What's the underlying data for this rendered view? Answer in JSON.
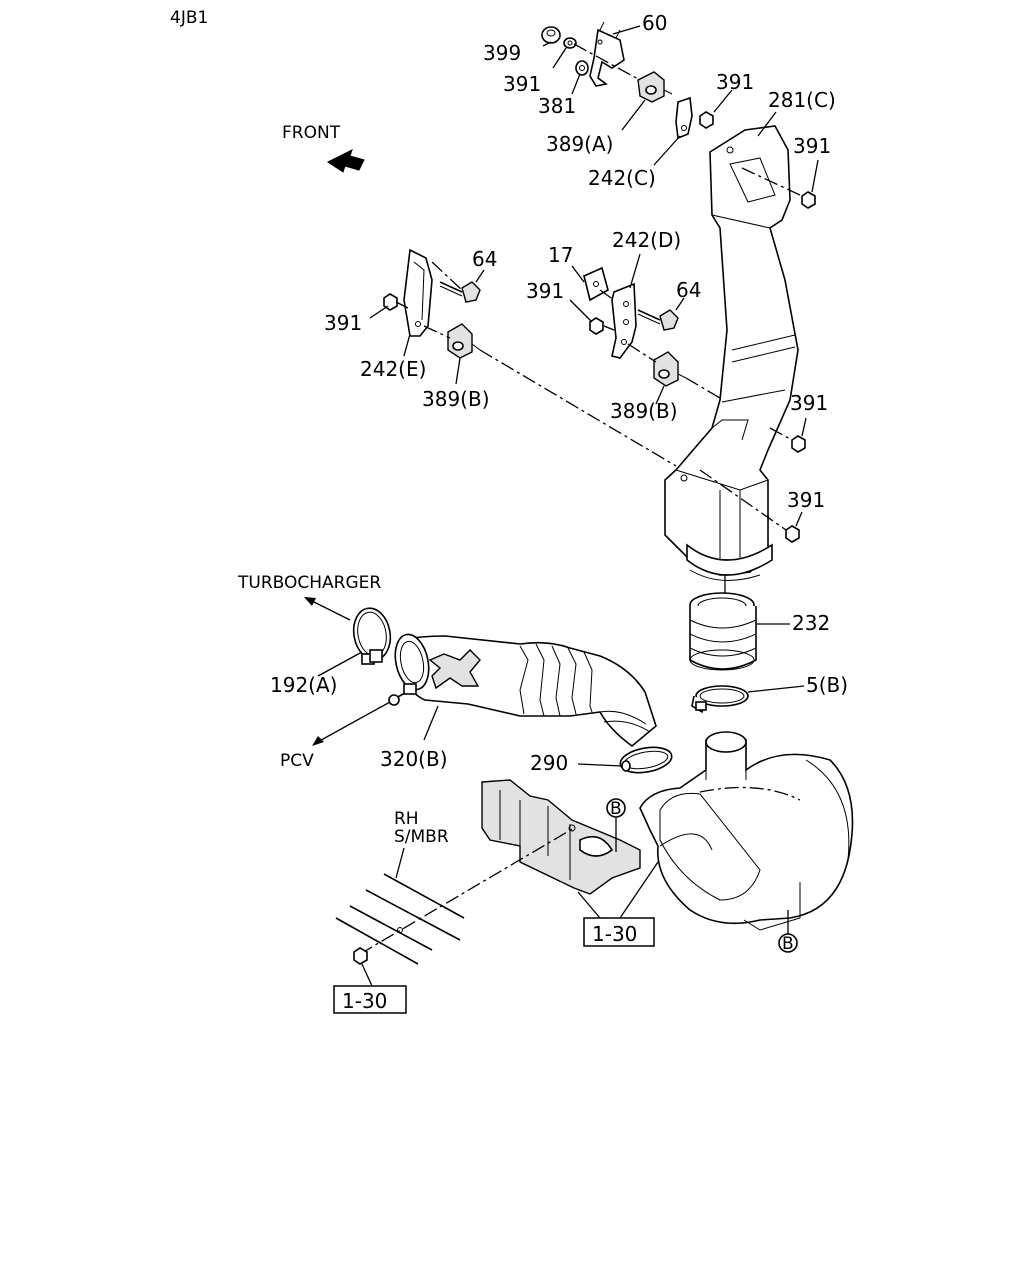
{
  "header": {
    "model_code": "4JB1"
  },
  "direction": {
    "front_label": "FRONT"
  },
  "destinations": {
    "turbocharger": "TURBOCHARGER",
    "pcv": "PCV",
    "frame_line1": "RH",
    "frame_line2": "S/MBR"
  },
  "callouts": {
    "c60": "60",
    "c399": "399",
    "c391_top_left": "391",
    "c381": "381",
    "c389a": "389(A)",
    "c391_top_mid": "391",
    "c242c": "242(C)",
    "c281c": "281(C)",
    "c391_duct_top": "391",
    "c17": "17",
    "c242d": "242(D)",
    "c64_left": "64",
    "c391_left": "391",
    "c242e": "242(E)",
    "c389b_left": "389(B)",
    "c391_mid": "391",
    "c64_right": "64",
    "c389b_right": "389(B)",
    "c391_duct_mid": "391",
    "c391_duct_low": "391",
    "c232": "232",
    "c192a": "192(A)",
    "c5b": "5(B)",
    "c320b": "320(B)",
    "c290": "290"
  },
  "references": {
    "ref_box_center": "1-30",
    "ref_box_left": "1-30",
    "circle_b_top": "B",
    "circle_b_bottom": "B"
  }
}
